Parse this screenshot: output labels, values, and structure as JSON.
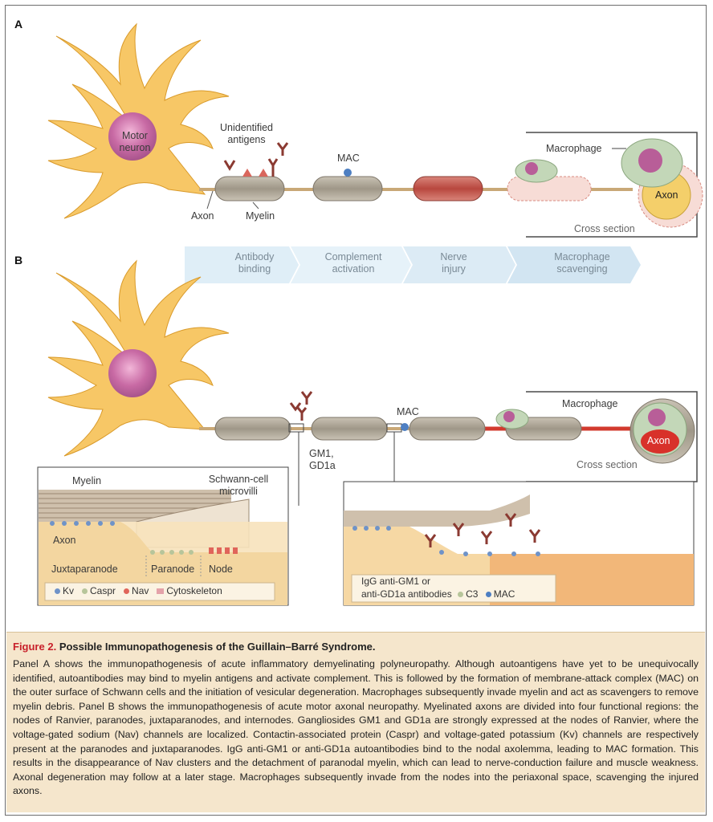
{
  "panel_a": {
    "letter": "A",
    "motor_neuron": "Motor\nneuron",
    "unidentified_antigens": "Unidentified\nantigens",
    "mac": "MAC",
    "axon": "Axon",
    "myelin": "Myelin",
    "macrophage": "Macrophage",
    "cross_axon": "Axon",
    "cross_section": "Cross section"
  },
  "stages": [
    "Antibody\nbinding",
    "Complement\nactivation",
    "Nerve\ninjury",
    "Macrophage\nscavenging"
  ],
  "panel_b": {
    "letter": "B",
    "gm1": "GM1,\nGD1a",
    "mac": "MAC",
    "macrophage": "Macrophage",
    "cross_axon": "Axon",
    "cross_section": "Cross section",
    "inset_left": {
      "myelin": "Myelin",
      "microvilli": "Schwann-cell\nmicrovilli",
      "axon": "Axon",
      "juxtaparanode": "Juxtaparanode",
      "paranode": "Paranode",
      "node": "Node",
      "legend": [
        {
          "label": "Kv",
          "color": "#6f93c8"
        },
        {
          "label": "Caspr",
          "color": "#b7c59a"
        },
        {
          "label": "Nav",
          "color": "#e0655a"
        },
        {
          "label": "Cytoskeleton",
          "color": "#e4a2a9"
        }
      ]
    },
    "inset_right": {
      "legend_antibody": "IgG anti-GM1 or\nanti-GD1a antibodies",
      "legend_c3": "C3",
      "legend_mac": "MAC"
    }
  },
  "caption": {
    "figure_label": "Figure 2.",
    "title": "Possible Immunopathogenesis of the Guillain–Barré Syndrome.",
    "body": "Panel A shows the immunopathogenesis of acute inflammatory demyelinating polyneuropathy. Although autoantigens have yet to be unequivocally identified, autoantibodies may bind to myelin antigens and activate complement. This is followed by the formation of membrane-attack complex (MAC) on the outer surface of Schwann cells and the initiation of vesicular degeneration. Macrophages subsequently invade myelin and act as scavengers to remove myelin debris. Panel B shows the immunopathogenesis of acute motor axonal neuropathy. Myelinated axons are divided into four functional regions: the nodes of Ranvier, paranodes, juxtaparanodes, and internodes. Gangliosides GM1 and GD1a are strongly expressed at the nodes of Ranvier, where the voltage-gated sodium (Nav) channels are localized. Contactin-associated protein (Caspr) and voltage-gated potassium (Kv) channels are respectively present at the paranodes and juxtaparanodes. IgG anti-GM1 or anti-GD1a autoantibodies bind to the nodal axolemma, leading to MAC formation. This results in the disappearance of Nav clusters and the detachment of paranodal myelin, which can lead to nerve-conduction failure and muscle weakness. Axonal degeneration may follow at a later stage. Macrophages subsequently invade from the nodes into the periaxonal space, scavenging the injured axons."
  }
}
